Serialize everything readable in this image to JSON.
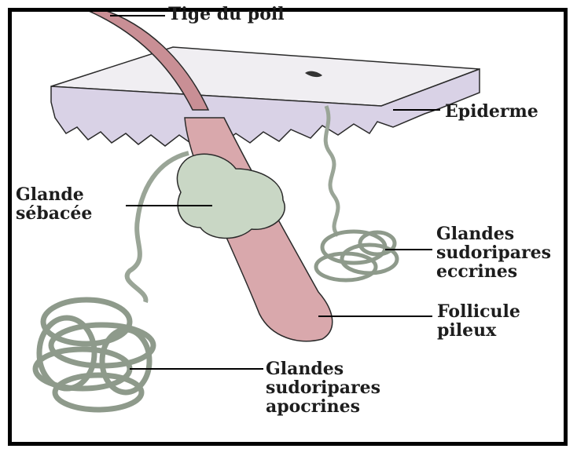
{
  "labels": {
    "hair_shaft": "Tige du poil",
    "epidermis": "Epiderme",
    "sebaceous": [
      "Glande",
      "sébacée"
    ],
    "eccrine": [
      "Glandes",
      "sudoripares",
      "eccrines"
    ],
    "follicle": [
      "Follicule",
      "pileux"
    ],
    "apocrine": [
      "Glandes",
      "sudoripares",
      "apocrines"
    ]
  },
  "colors": {
    "epidermis": "#d9d2e6",
    "follicle": "#d9a8ac",
    "gland": "#c9d7c5",
    "outline": "#2a2a2a"
  }
}
